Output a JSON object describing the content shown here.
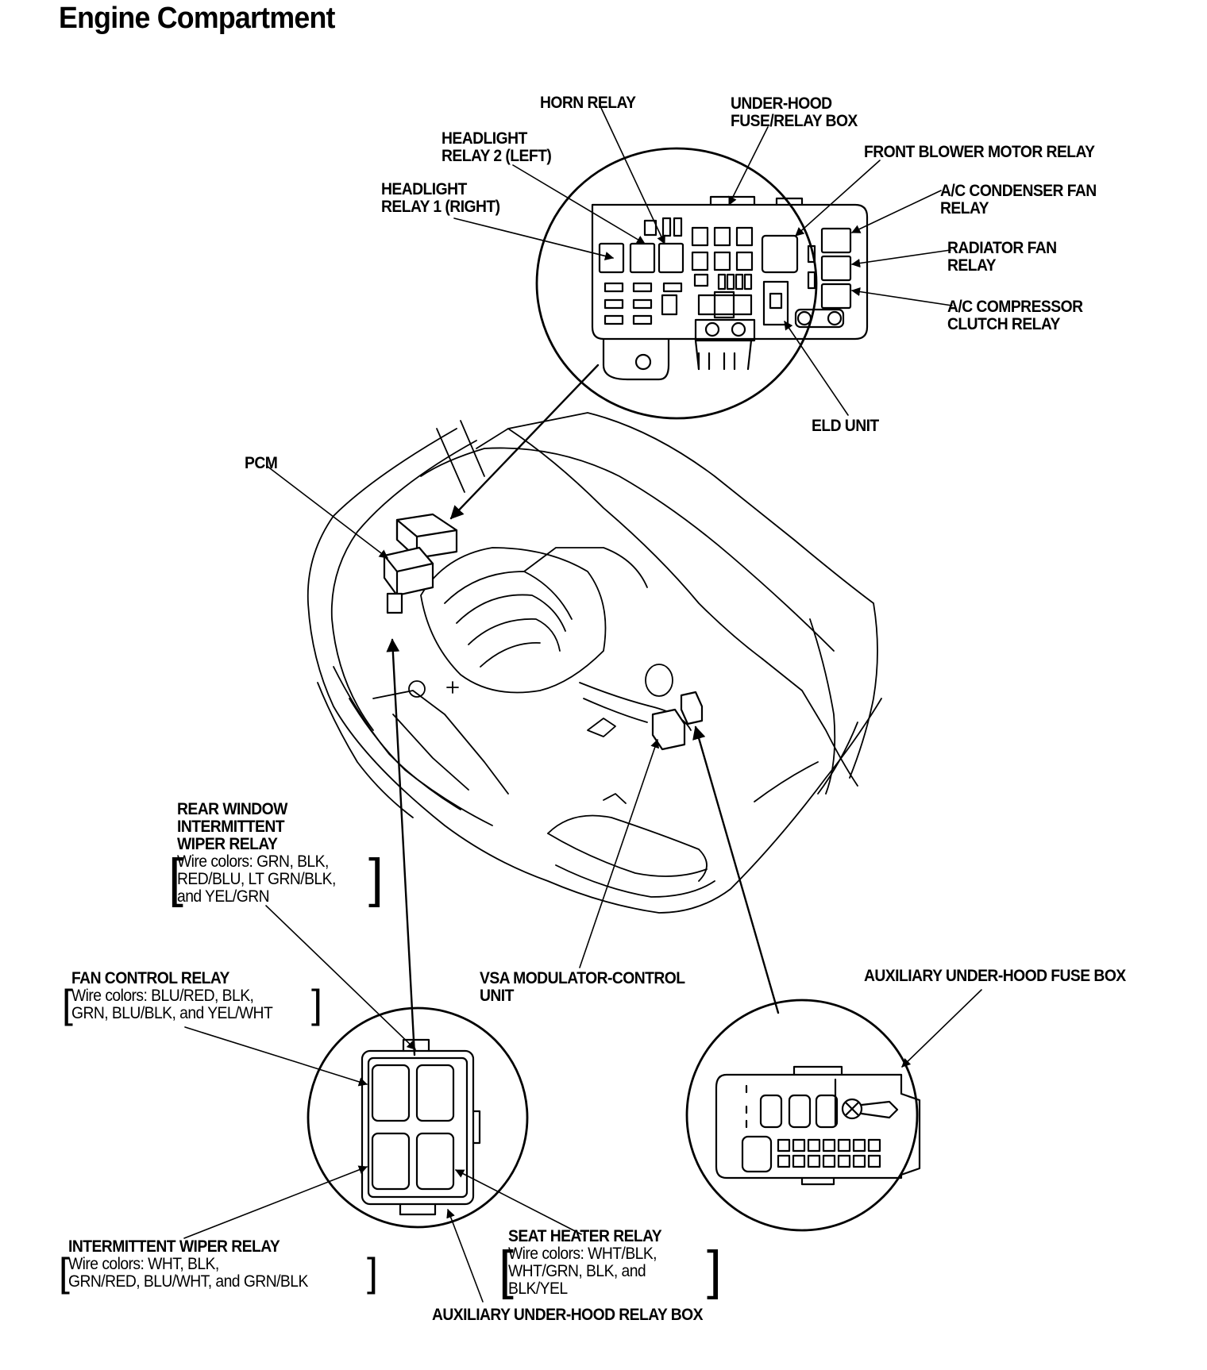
{
  "title": "Engine Compartment",
  "labels": {
    "horn_relay": "HORN RELAY",
    "under_hood_box": [
      "UNDER-HOOD",
      "FUSE/RELAY BOX"
    ],
    "headlight_relay_2": [
      "HEADLIGHT",
      "RELAY 2 (LEFT)"
    ],
    "headlight_relay_1": [
      "HEADLIGHT",
      "RELAY 1 (RIGHT)"
    ],
    "front_blower_motor_relay": "FRONT BLOWER MOTOR RELAY",
    "ac_condenser_fan_relay": [
      "A/C CONDENSER FAN",
      "RELAY"
    ],
    "radiator_fan_relay": [
      "RADIATOR FAN",
      "RELAY"
    ],
    "ac_compressor_clutch_relay": [
      "A/C COMPRESSOR",
      "CLUTCH RELAY"
    ],
    "eld_unit": "ELD UNIT",
    "pcm": "PCM",
    "rear_window_wiper_relay": [
      "REAR WINDOW",
      "INTERMITTENT",
      "WIPER RELAY"
    ],
    "rear_window_wiper_wires": [
      "Wire colors: GRN, BLK,",
      "RED/BLU, LT GRN/BLK,",
      "and YEL/GRN"
    ],
    "fan_control_relay": "FAN CONTROL RELAY",
    "fan_control_wires": [
      "Wire colors: BLU/RED, BLK,",
      "GRN, BLU/BLK, and YEL/WHT"
    ],
    "vsa_modulator": [
      "VSA MODULATOR-CONTROL",
      "UNIT"
    ],
    "aux_fuse_box": "AUXILIARY UNDER-HOOD FUSE BOX",
    "intermittent_wiper_relay": "INTERMITTENT WIPER RELAY",
    "intermittent_wiper_wires": [
      "Wire colors: WHT, BLK,",
      "GRN/RED, BLU/WHT, and GRN/BLK"
    ],
    "seat_heater_relay": "SEAT HEATER RELAY",
    "seat_heater_wires": [
      "Wire colors: WHT/BLK,",
      "WHT/GRN, BLK, and",
      "BLK/YEL"
    ],
    "aux_relay_box": "AUXILIARY UNDER-HOOD RELAY BOX"
  }
}
